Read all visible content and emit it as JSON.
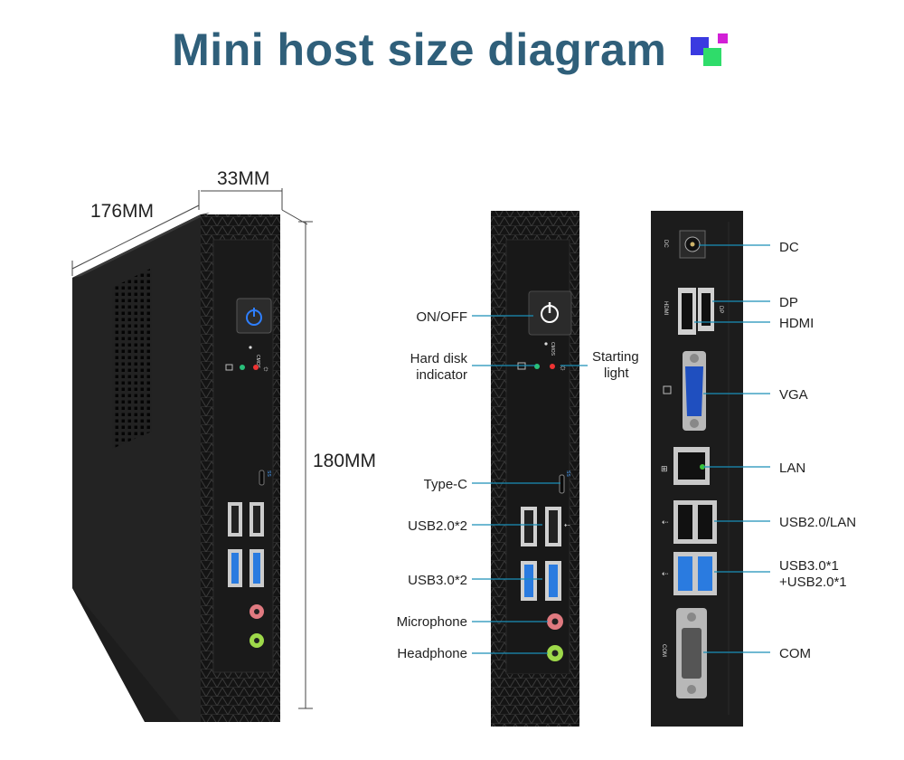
{
  "title": "Mini host size diagram",
  "logo_colors": [
    "#3a3ae0",
    "#d21fd6",
    "#2fdc6a"
  ],
  "accent_color": "#1a8fb8",
  "dimensions": {
    "depth": "176MM",
    "width": "33MM",
    "height": "180MM"
  },
  "front_labels": {
    "power": "ON/OFF",
    "hdd_line1": "Hard disk",
    "hdd_line2": "indicator",
    "start_line1": "Starting",
    "start_line2": "light",
    "typec": "Type-C",
    "usb2": "USB2.0*2",
    "usb3": "USB3.0*2",
    "mic": "Microphone",
    "headphone": "Headphone"
  },
  "rear_labels": {
    "dc": "DC",
    "dp": "DP",
    "hdmi": "HDMI",
    "vga": "VGA",
    "lan": "LAN",
    "usb2lan": "USB2.0/LAN",
    "usb3_line1": "USB3.0*1",
    "usb3_line2": "+USB2.0*1",
    "com": "COM"
  },
  "port_silkscreen": {
    "dc": "DC",
    "hdmi": "HDMI",
    "dp": "DP",
    "com": "COM",
    "cmos": "CMOS"
  }
}
